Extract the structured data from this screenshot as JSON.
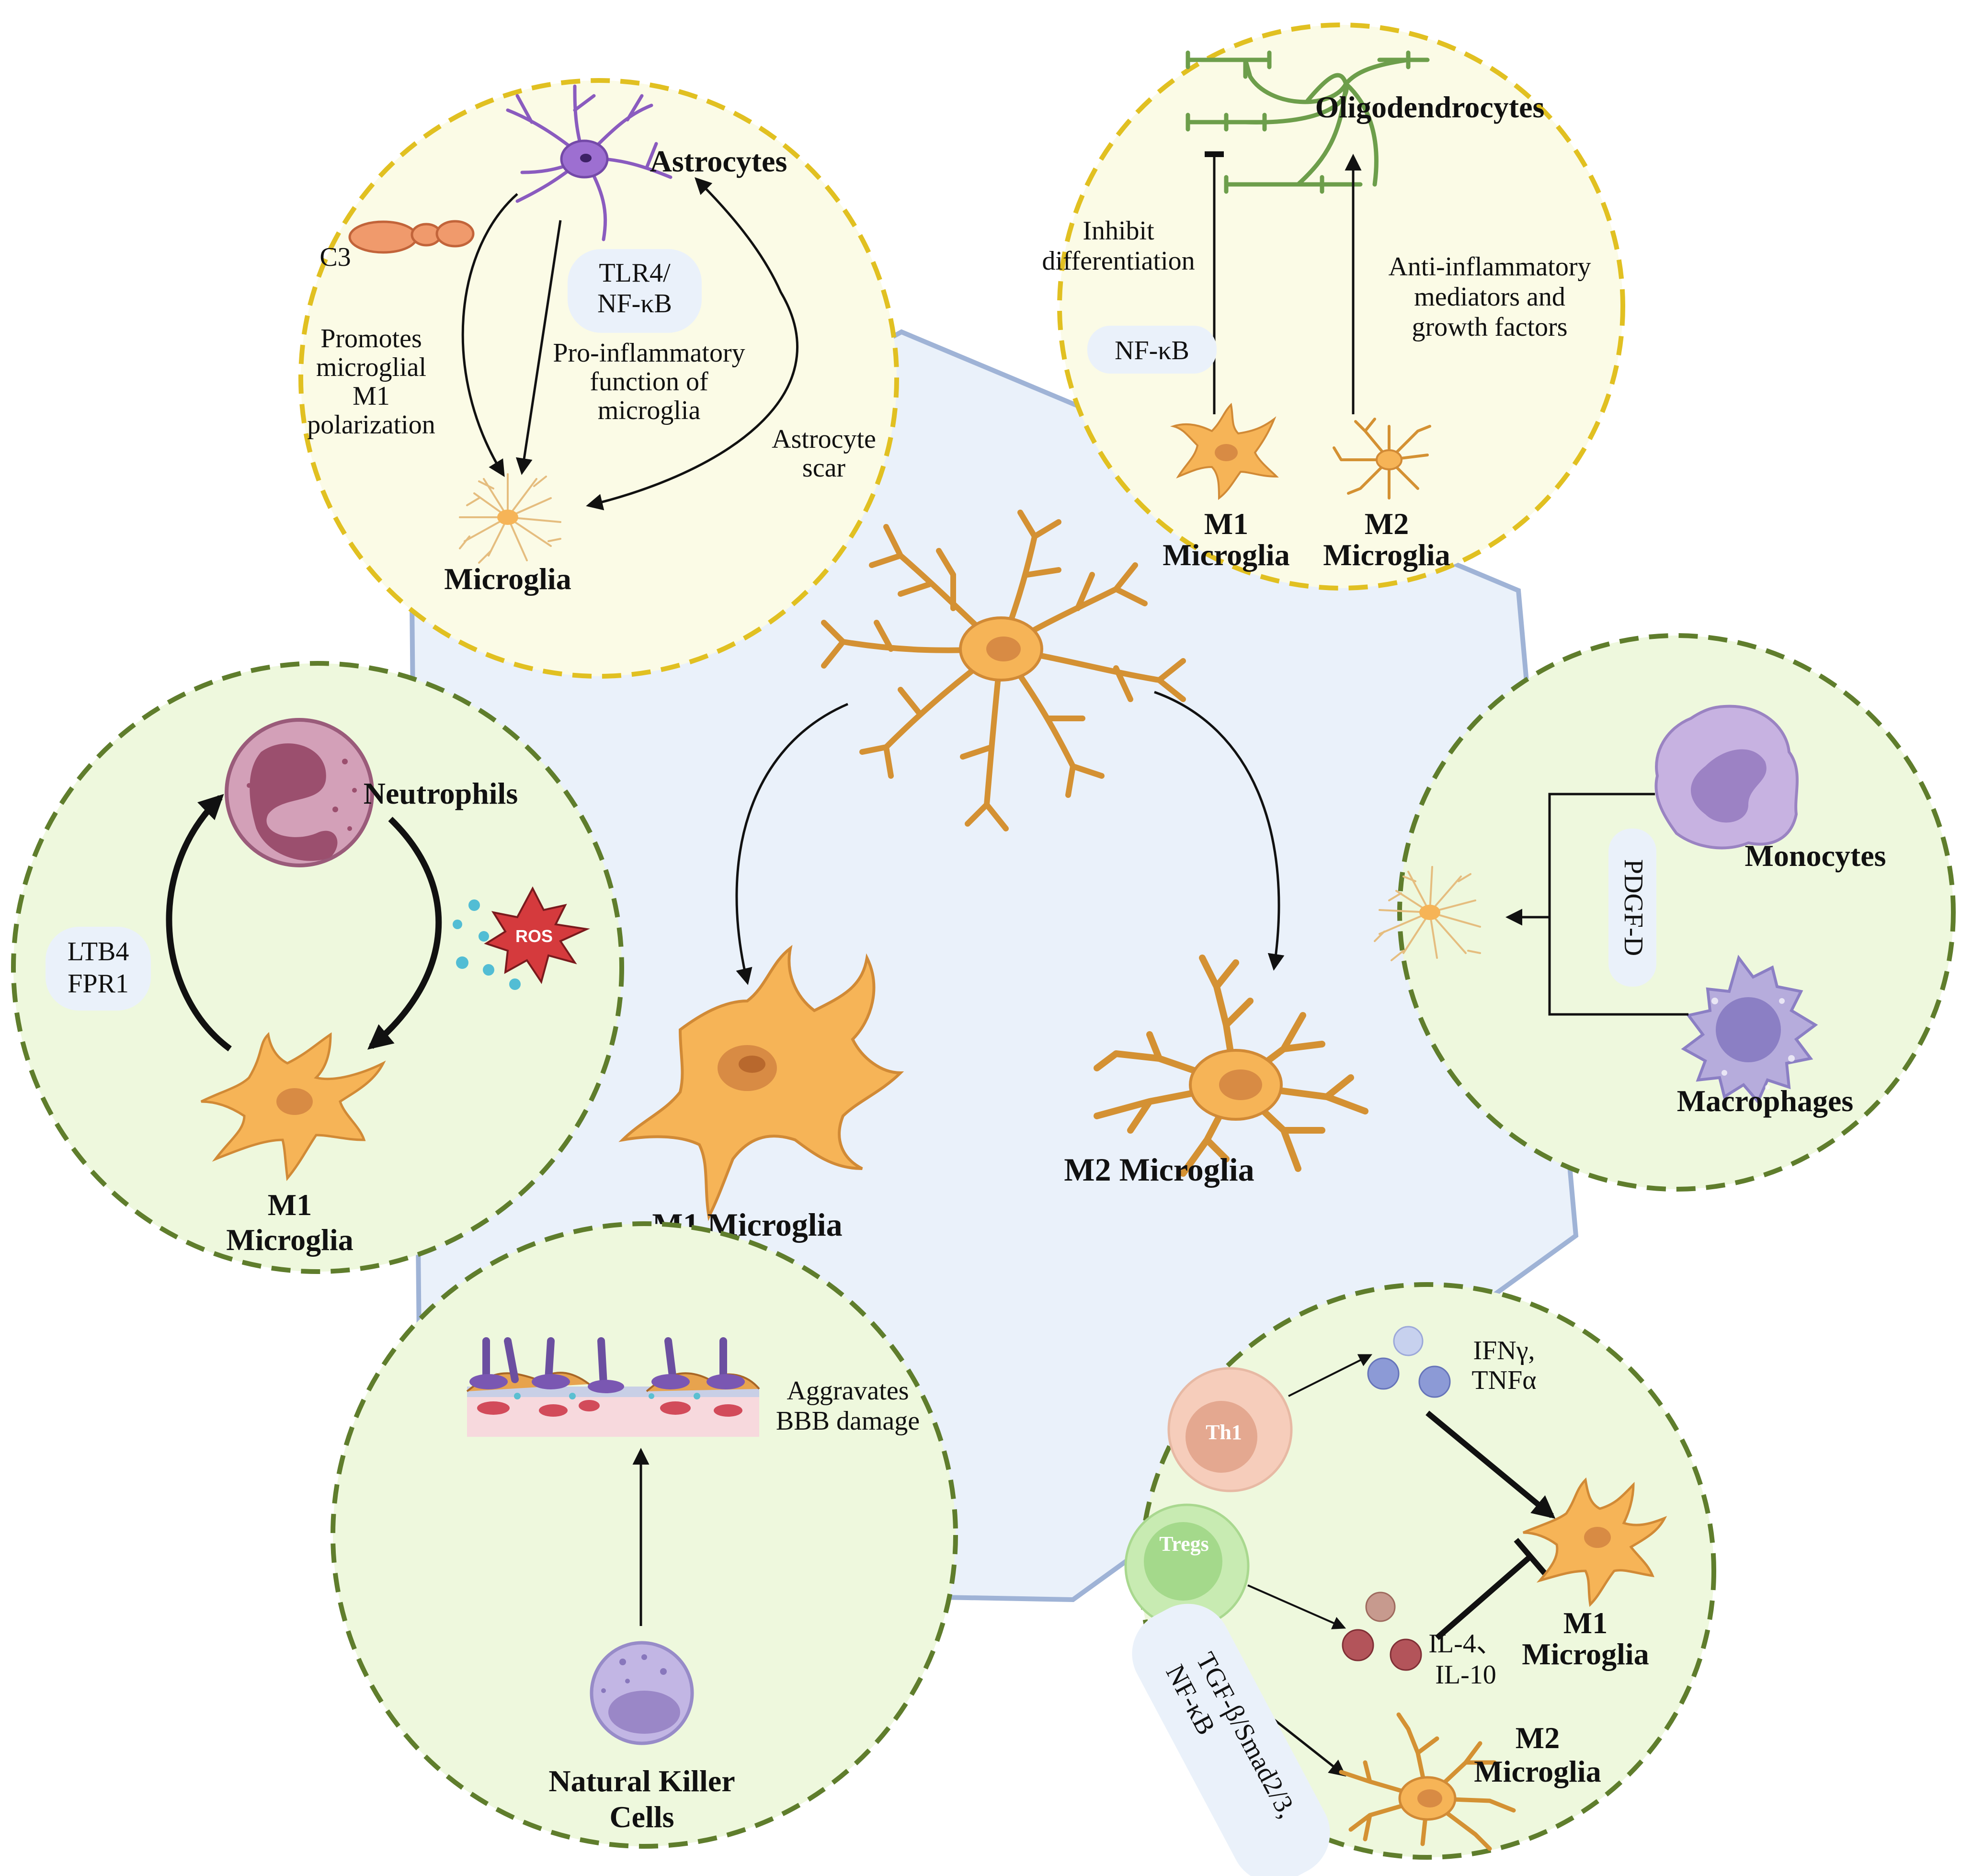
{
  "center": {
    "m1_label": "M1 Microglia",
    "m2_label": "M2 Microglia"
  },
  "astrocytes_panel": {
    "title": "Astrocytes",
    "c3": "C3",
    "pathway": [
      "TLR4/",
      "NF-κB"
    ],
    "left_text": [
      "Promotes",
      "microglial",
      "M1",
      "polarization"
    ],
    "mid_text": [
      "Pro-inflammatory",
      "function of",
      "microglia"
    ],
    "right_text": [
      "Astrocyte",
      "scar"
    ],
    "microglia": "Microglia"
  },
  "oligo_panel": {
    "title": "Oligodendrocytes",
    "inhibit": [
      "Inhibit",
      "differentiation"
    ],
    "nfkb": "NF-κB",
    "anti": [
      "Anti-inflammatory",
      "mediators and",
      "growth factors"
    ],
    "m1": [
      "M1",
      "Microglia"
    ],
    "m2": [
      "M2",
      "Microglia"
    ]
  },
  "neutrophil_panel": {
    "title": "Neutrophils",
    "ros": "ROS",
    "factors": [
      "LTB4",
      "FPR1"
    ],
    "m1": [
      "M1",
      "Microglia"
    ]
  },
  "mono_panel": {
    "monocytes": "Monocytes",
    "macrophages": "Macrophages",
    "factor": "PDGF-D"
  },
  "nk_panel": {
    "bbb": [
      "Aggravates",
      "BBB damage"
    ],
    "title": [
      "Natural Killer",
      "Cells"
    ]
  },
  "t_panel": {
    "th1": "Th1",
    "tregs": "Tregs",
    "cytokines1": [
      "IFNγ,",
      "TNFα"
    ],
    "cytokines2": [
      "IL-4、",
      "IL-10"
    ],
    "m1": [
      "M1",
      "Microglia"
    ],
    "m2": [
      "M2",
      "Microglia"
    ],
    "pathway": [
      "TGF-β/Smad2/3,",
      "NF-κB"
    ]
  },
  "colors": {
    "hexagon": "#eaf1fa",
    "hexagon_edge": "#9fb3d6",
    "yellow_panel": "#fbfbe6",
    "yellow_border": "#e1c021",
    "green_panel": "#eef8dd",
    "green_border": "#5f7d2c",
    "microglia": "#f6b457",
    "microglia_edge": "#d18a36"
  }
}
